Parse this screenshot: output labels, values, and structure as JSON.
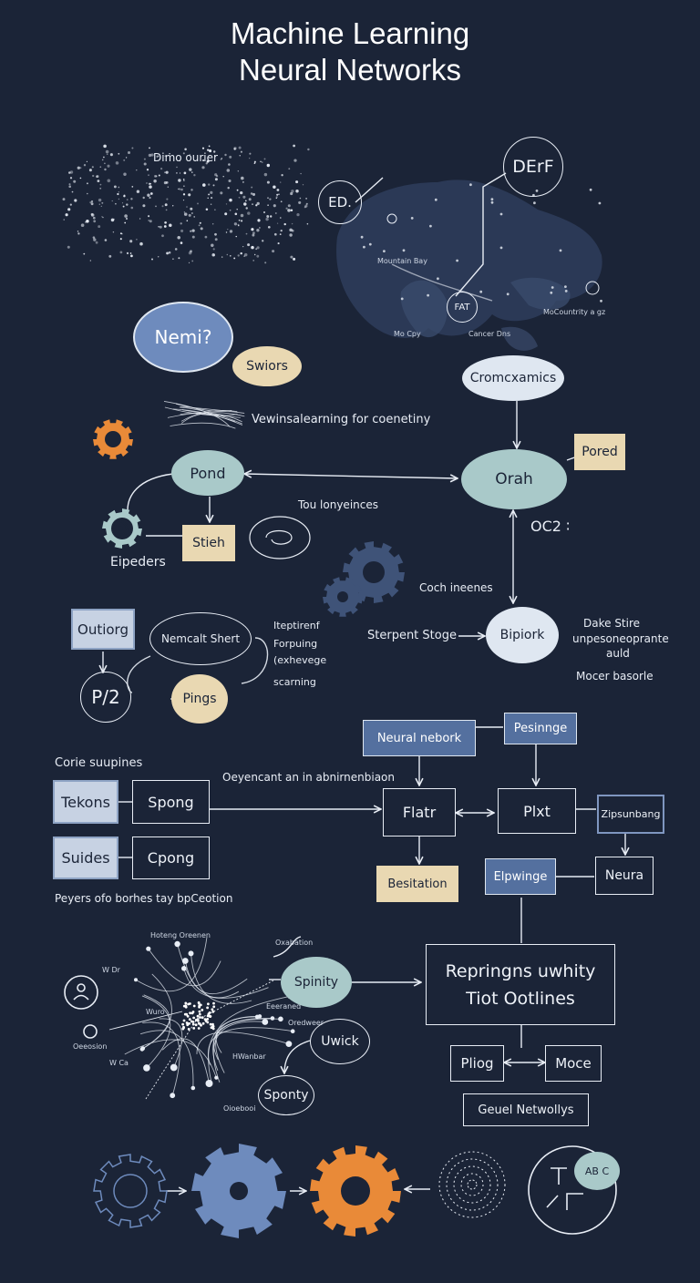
{
  "title": {
    "line1": "Machine Learning",
    "line2": "Neural Networks"
  },
  "map": {
    "label_top": "Dimo ourier",
    "circle_ed": "ED.",
    "circle_derf": "DErF",
    "circle_fat": "FAT",
    "tiny_labels": [
      "Mo Cpy",
      "Cancer Dns",
      "Mountain Bay",
      "MoCountrity a gz"
    ]
  },
  "flow1": {
    "nemi": "Nemi?",
    "swiors": "Swiors",
    "caption": "Vewinsalearning for coenetiny",
    "pond": "Pond",
    "gear_label": "Eipeders",
    "tou": "Tou lonyeinces",
    "stieh": "Stieh",
    "cromcxamics": "Cromcxamics",
    "pored": "Pored",
    "orah": "Orah",
    "oc2": "OC2 ∶"
  },
  "flow2": {
    "coch": "Coch ineenes",
    "outiorg": "Outiorg",
    "nemcalt": "Nemcalt Shert",
    "side_labels": [
      "Iteptirenf",
      "Forpuing",
      "(exhevege",
      "scarning"
    ],
    "p2": "P/2",
    "pings": "Pings",
    "stage": "Sterpent Stoge",
    "bipiork": "Bipiork",
    "right_text": [
      "Dake Stire",
      "unpesoneoprante",
      "auld",
      "Mocer basorle"
    ]
  },
  "flow3": {
    "neural": "Neural nebork",
    "pesinnge": "Pesinnge",
    "corie": "Corie suupines",
    "tekons": "Tekons",
    "spong": "Spong",
    "oyence": "Oeyencant an in abnirnenbiaon",
    "flatr": "Flatr",
    "plxt": "Plxt",
    "zip": "Zipsunbang",
    "suides": "Suides",
    "cpong": "Cpong",
    "elpwinge": "Elpwinge",
    "neura": "Neura",
    "besitation": "Besitation",
    "peyers": "Peyers ofo borhes tay bpCeotion"
  },
  "flow4": {
    "spinity": "Spinity",
    "uwick": "Uwick",
    "sponty": "Sponty",
    "repr1": "Repringns uwhity",
    "repr2": "Tiot Ootlines",
    "pliog": "Pliog",
    "moce": "Moce",
    "geuel": "Geuel Netwollys",
    "tiny": [
      "Hoteng Oreenen",
      "Oxabation",
      "Wuro",
      "Eeeraned",
      "Oredweer",
      "HWanbar",
      "Oeeosion",
      "Oioebooi",
      "W Dr",
      "W Ca"
    ]
  },
  "bottom": {
    "abc": "AB C"
  }
}
